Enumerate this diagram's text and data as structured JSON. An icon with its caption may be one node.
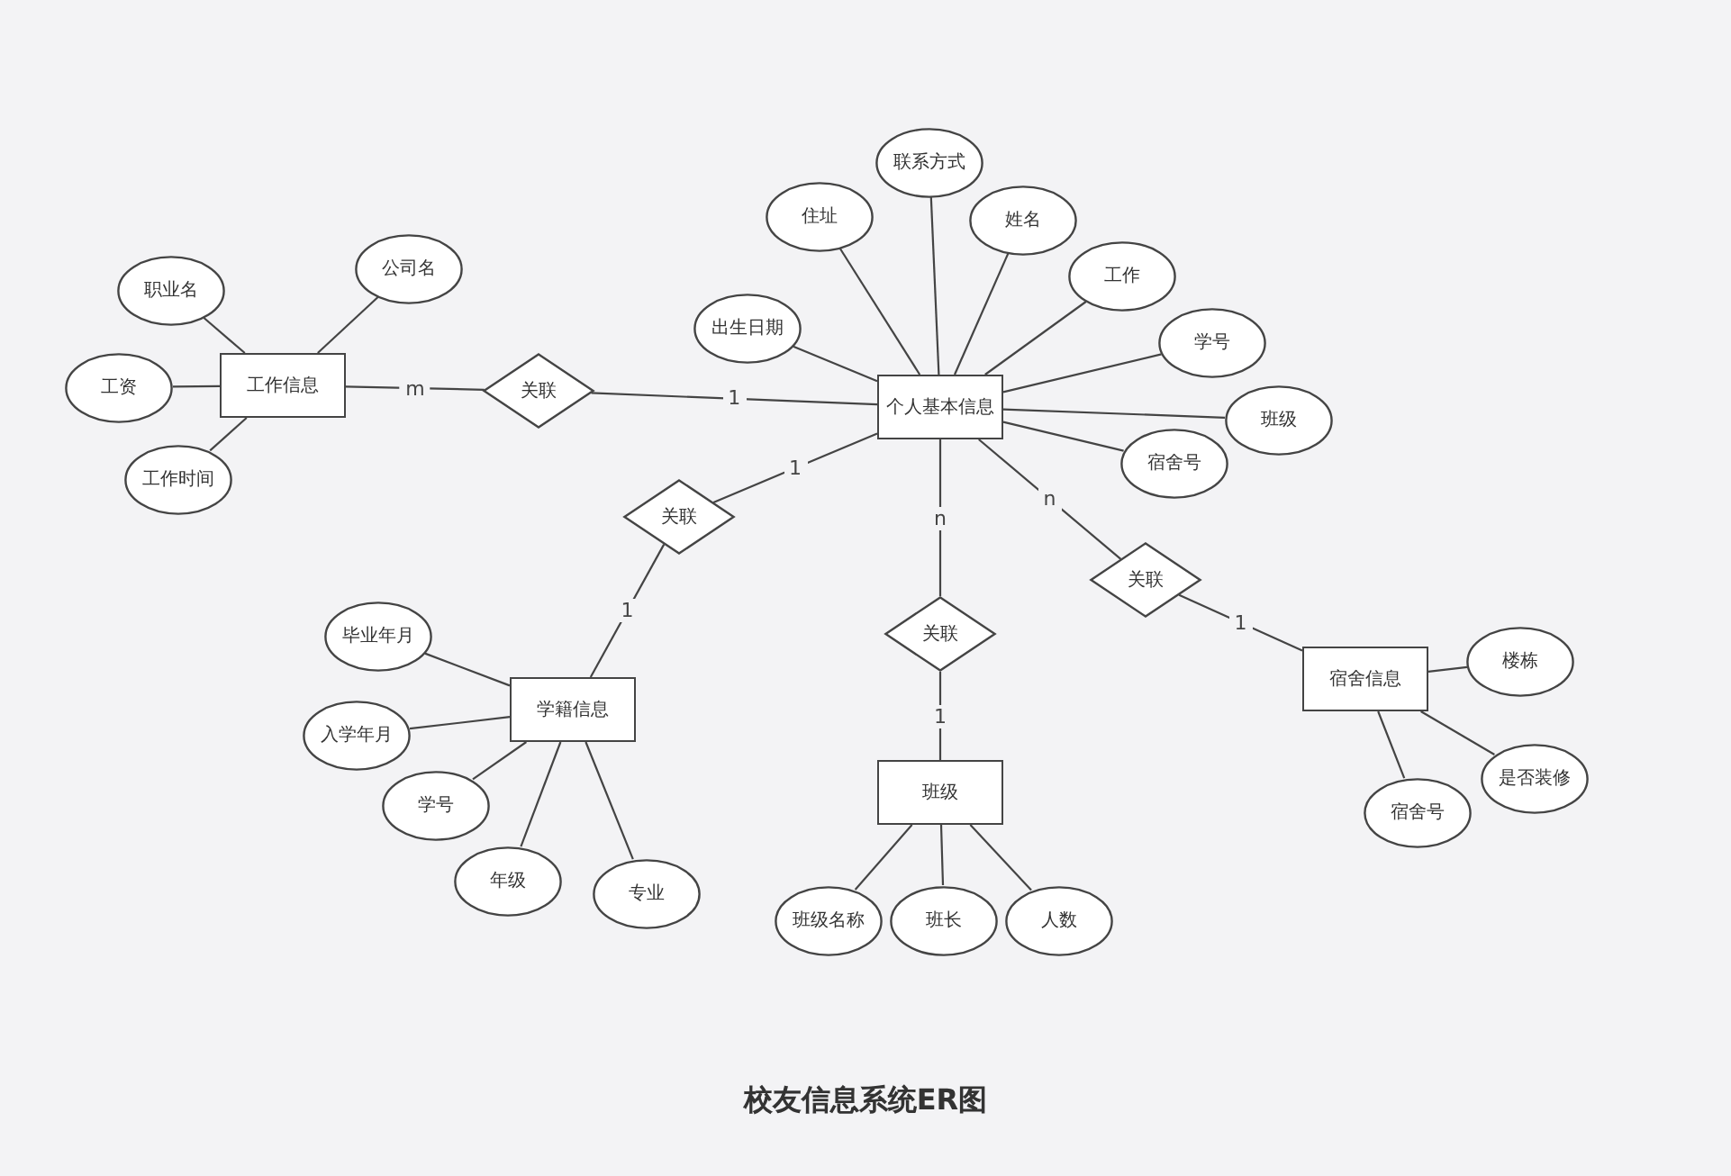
{
  "diagram": {
    "title": "校友信息系统ER图",
    "nodes": [
      {
        "text": [
          "工作信息"
        ]
      },
      {
        "text": [
          "职业名"
        ]
      },
      {
        "text": [
          "公司名"
        ]
      },
      {
        "text": [
          "工资"
        ]
      },
      {
        "text": [
          "工作时间"
        ]
      },
      {
        "text": [
          "关联"
        ]
      },
      {
        "text": [
          "联系方式"
        ]
      },
      {
        "text": [
          "住址"
        ]
      },
      {
        "text": [
          "姓名"
        ]
      },
      {
        "text": [
          "出生日期"
        ]
      },
      {
        "text": [
          "工作"
        ]
      },
      {
        "text": [
          "个人基本信息"
        ]
      },
      {
        "text": [
          "学号"
        ]
      },
      {
        "text": [
          "班级"
        ]
      },
      {
        "text": [
          "宿舍号"
        ]
      },
      {
        "text": [
          "关联"
        ]
      },
      {
        "text": [
          "关联"
        ]
      },
      {
        "text": [
          "关联"
        ]
      },
      {
        "text": [
          "毕业年月"
        ]
      },
      {
        "text": [
          "学籍信息"
        ]
      },
      {
        "text": [
          "入学年月"
        ]
      },
      {
        "text": [
          "学号"
        ]
      },
      {
        "text": [
          "年级"
        ]
      },
      {
        "text": [
          "专业"
        ]
      },
      {
        "text": [
          "宿舍信息"
        ]
      },
      {
        "text": [
          "楼栋"
        ]
      },
      {
        "text": [
          "是否装修"
        ]
      },
      {
        "text": [
          "宿舍号"
        ]
      },
      {
        "text": [
          "班级"
        ]
      },
      {
        "text": [
          "班级名称"
        ]
      },
      {
        "text": [
          "班长"
        ]
      },
      {
        "text": [
          "人数"
        ]
      }
    ],
    "edges": [
      {
        "from": 0,
        "to": 1,
        "arrow": "none"
      },
      {
        "from": 0,
        "to": 2,
        "arrow": "none"
      },
      {
        "from": 0,
        "to": 3,
        "arrow": "none"
      },
      {
        "from": 0,
        "to": 4,
        "arrow": "none"
      },
      {
        "from": 0,
        "to": 5,
        "arrow": "none",
        "label": "m"
      },
      {
        "from": 5,
        "to": 11,
        "arrow": "none",
        "label": "1"
      },
      {
        "from": 11,
        "to": 6,
        "arrow": "none"
      },
      {
        "from": 11,
        "to": 7,
        "arrow": "none"
      },
      {
        "from": 11,
        "to": 8,
        "arrow": "none"
      },
      {
        "from": 11,
        "to": 9,
        "arrow": "none"
      },
      {
        "from": 11,
        "to": 10,
        "arrow": "none"
      },
      {
        "from": 11,
        "to": 12,
        "arrow": "none"
      },
      {
        "from": 11,
        "to": 13,
        "arrow": "none"
      },
      {
        "from": 11,
        "to": 14,
        "arrow": "none"
      },
      {
        "from": 11,
        "to": 15,
        "arrow": "none",
        "label": "1"
      },
      {
        "from": 15,
        "to": 19,
        "arrow": "none",
        "label": "1"
      },
      {
        "from": 11,
        "to": 16,
        "arrow": "none",
        "label": "n"
      },
      {
        "from": 16,
        "to": 28,
        "arrow": "none",
        "label": "1"
      },
      {
        "from": 11,
        "to": 17,
        "arrow": "none",
        "label": "n"
      },
      {
        "from": 17,
        "to": 24,
        "arrow": "none",
        "label": "1"
      },
      {
        "from": 19,
        "to": 18,
        "arrow": "none"
      },
      {
        "from": 19,
        "to": 20,
        "arrow": "none"
      },
      {
        "from": 19,
        "to": 21,
        "arrow": "none"
      },
      {
        "from": 19,
        "to": 22,
        "arrow": "none"
      },
      {
        "from": 19,
        "to": 23,
        "arrow": "none"
      },
      {
        "from": 24,
        "to": 25,
        "arrow": "none"
      },
      {
        "from": 24,
        "to": 26,
        "arrow": "none"
      },
      {
        "from": 24,
        "to": 27,
        "arrow": "none"
      },
      {
        "from": 28,
        "to": 29,
        "arrow": "none"
      },
      {
        "from": 28,
        "to": 30,
        "arrow": "none"
      },
      {
        "from": 28,
        "to": 31,
        "arrow": "none"
      }
    ]
  }
}
